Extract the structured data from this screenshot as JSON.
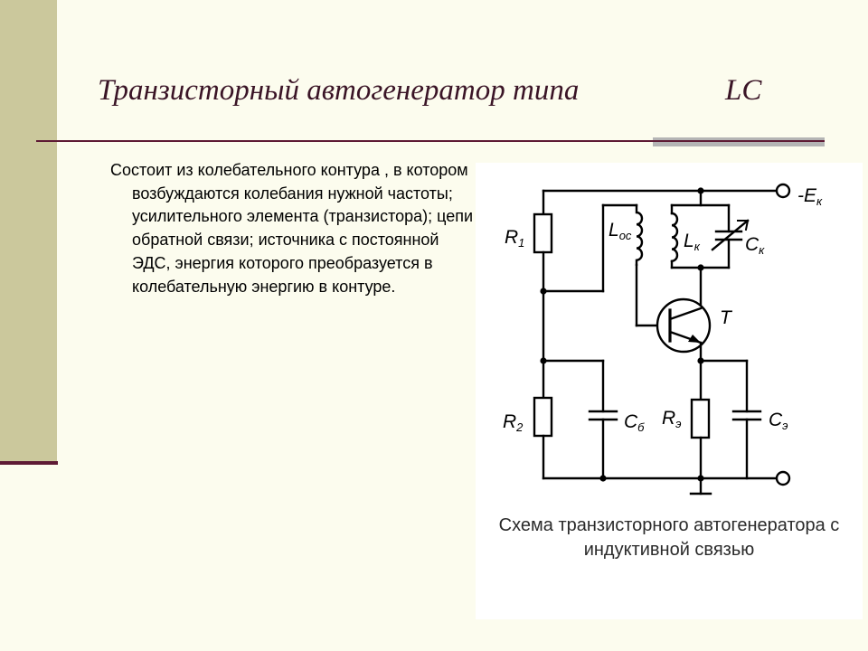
{
  "title": "Транзисторный автогенератор типа",
  "title_suffix": "LC",
  "body": "Состоит из колебательного контура , в котором возбуждаются колебания нужной частоты; усилительного элемента (транзистора); цепи обратной связи; источника с постоянной ЭДС, энергия которого преобразуется в колебательную энергию в контуре.",
  "figure": {
    "caption": "Схема транзисторного автогенератора с индуктивной связью",
    "labels": {
      "ek": {
        "main": "-E",
        "sub": "к"
      },
      "r1": {
        "main": "R",
        "sub": "1"
      },
      "r2": {
        "main": "R",
        "sub": "2"
      },
      "loc": {
        "main": "L",
        "sub": "oc"
      },
      "lk": {
        "main": "L",
        "sub": "к"
      },
      "ck": {
        "main": "C",
        "sub": "к"
      },
      "t": {
        "main": "T",
        "sub": ""
      },
      "cb": {
        "main": "C",
        "sub": "б"
      },
      "re": {
        "main": "R",
        "sub": "э"
      },
      "ce": {
        "main": "C",
        "sub": "э"
      }
    }
  },
  "colors": {
    "background": "#fcfcee",
    "left_bar": "#cbc89c",
    "rule": "#5e1a34",
    "accent": "#b4b4b4",
    "title": "#3a1426"
  }
}
